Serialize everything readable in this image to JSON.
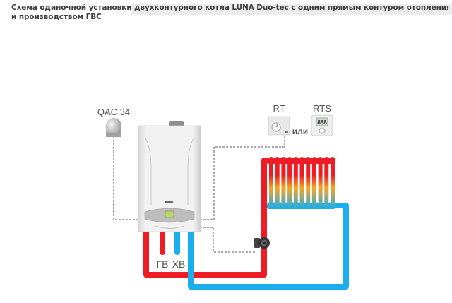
{
  "title": {
    "line1": "Схема одиночной установки двухконтурного котла LUNA Duo-tec с одним прямым контуром отопления",
    "line2": "и производством ГВС"
  },
  "devices": {
    "outdoor_sensor": "QAC 34",
    "room_thermostat": "RT",
    "room_thermostat_alt": "RTS",
    "or_label": "или",
    "rts_display": "888"
  },
  "pipes": {
    "hot_water_label": "ГВ",
    "cold_water_label": "ХВ"
  },
  "radiator": {
    "sections": 11
  },
  "colors": {
    "hot": "#ee1c25",
    "cold": "#1aaeec",
    "warm_mid": "#f5a623",
    "dashed": "#555555",
    "boiler": "#ececec",
    "text": "#555555"
  }
}
